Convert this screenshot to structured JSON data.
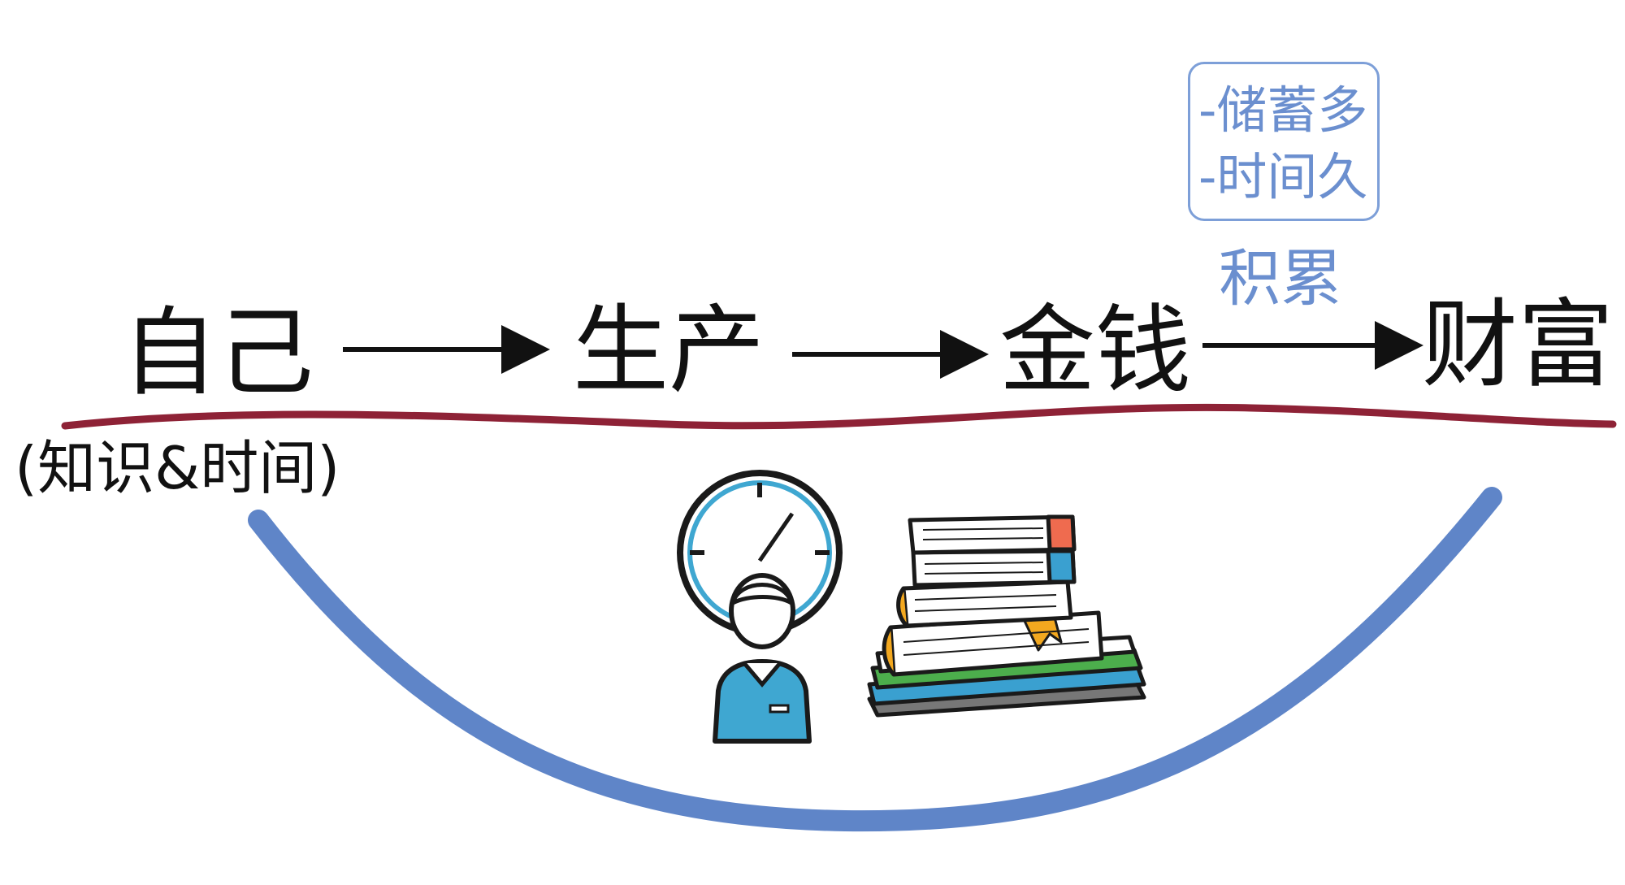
{
  "flow": {
    "steps": [
      {
        "label": "自己",
        "sub": "(知识&时间)"
      },
      {
        "label": "生产"
      },
      {
        "label": "金钱"
      },
      {
        "label": "财富"
      }
    ],
    "last_arrow_label": "积累",
    "note": {
      "lines": [
        "-储蓄多",
        "-时间久"
      ]
    }
  },
  "colors": {
    "text": "#111111",
    "accent_blue": "#6b8fcf",
    "baseline": "#8e2236",
    "curve": "#5f85c8"
  },
  "icons": [
    "clock-icon",
    "person-icon",
    "book-stack-icon"
  ]
}
